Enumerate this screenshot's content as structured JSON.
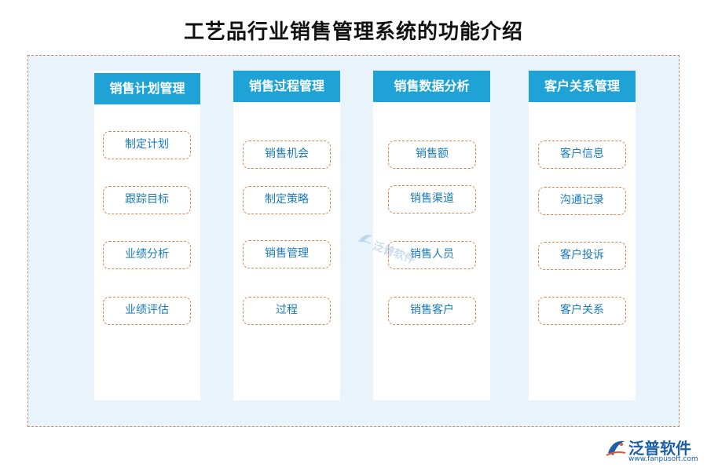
{
  "title": "工艺品行业销售管理系统的功能介绍",
  "columns": [
    {
      "header": "销售计划管理",
      "items": [
        "制定计划",
        "跟踪目标",
        "业绩分析",
        "业绩评估"
      ]
    },
    {
      "header": "销售过程管理",
      "items": [
        "销售机会",
        "制定策略",
        "销售管理",
        "过程"
      ]
    },
    {
      "header": "销售数据分析",
      "items": [
        "销售额",
        "销售渠道",
        "销售人员",
        "销售客户"
      ]
    },
    {
      "header": "客户关系管理",
      "items": [
        "客户信息",
        "沟通记录",
        "客户投诉",
        "客户关系"
      ]
    }
  ],
  "watermark": {
    "text": "泛普软件"
  },
  "logo": {
    "name": "泛普软件",
    "url": "www.fanpusoft.com"
  },
  "colors": {
    "header_bg": "#1fa3d6",
    "frame_bg": "#e8f3fc",
    "frame_border": "#c98a5f",
    "item_border": "#d9824a",
    "item_text": "#1a7bbf"
  }
}
